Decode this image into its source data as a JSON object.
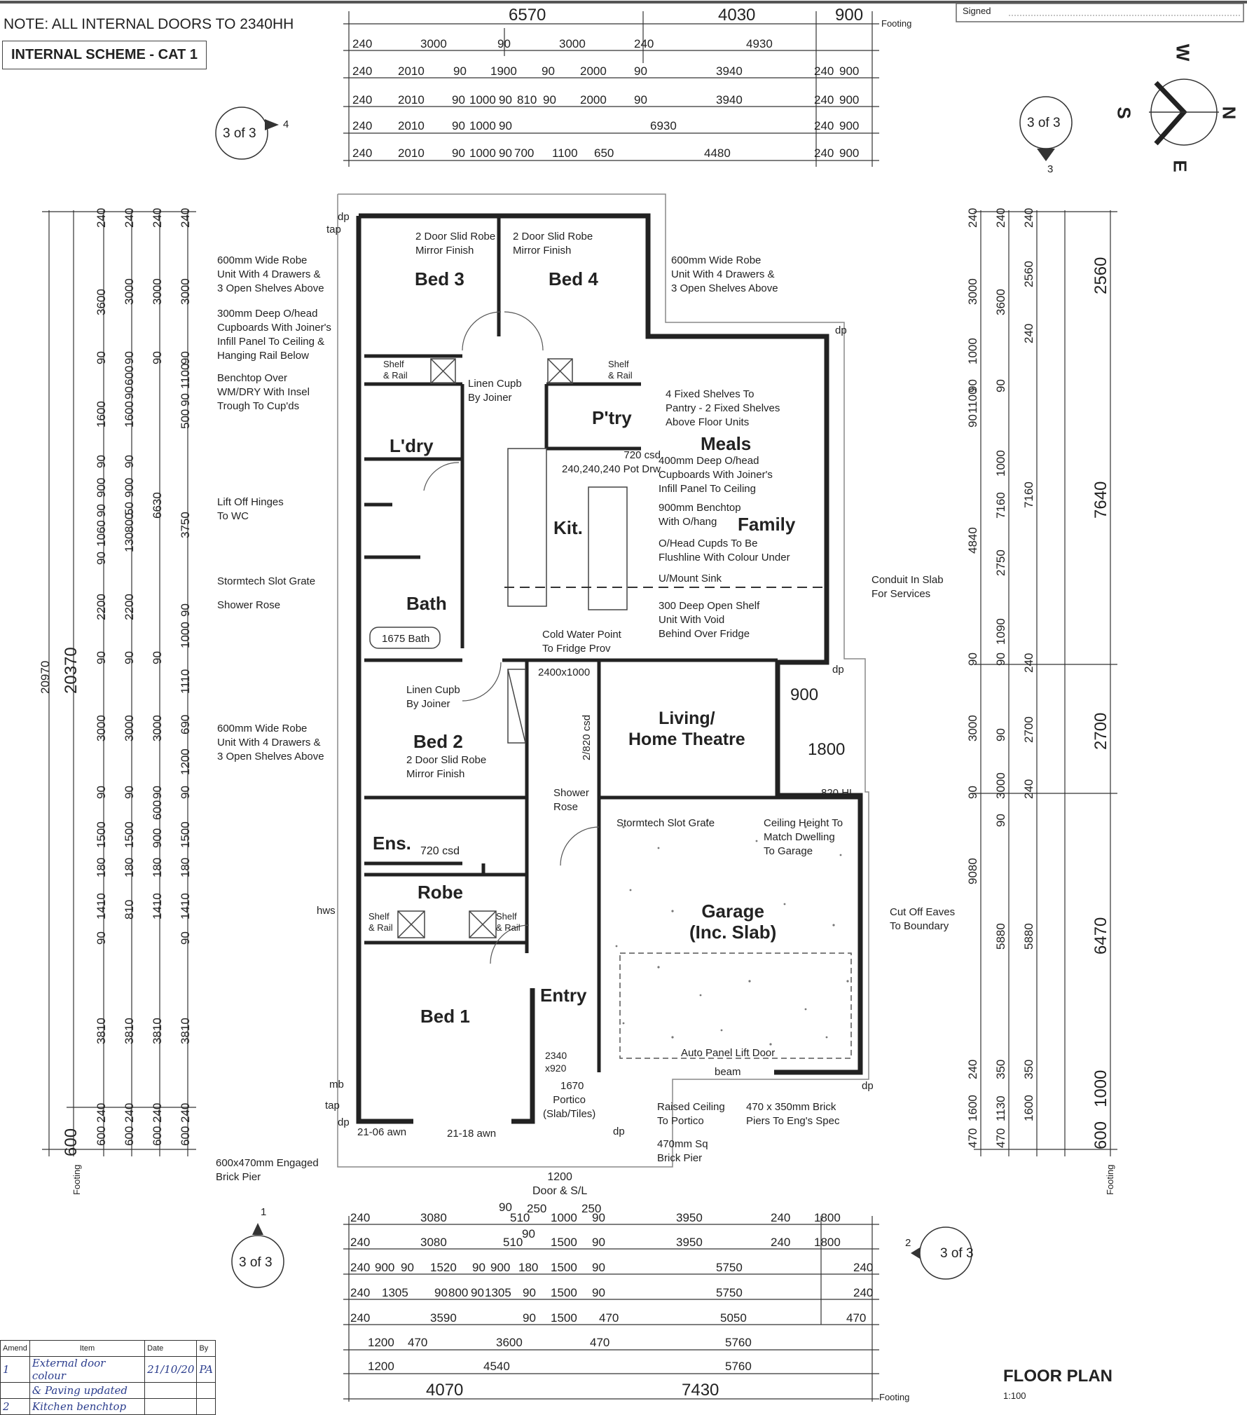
{
  "header": {
    "note": "NOTE: ALL INTERNAL DOORS TO 2340HH",
    "scheme": "INTERNAL SCHEME - CAT 1",
    "signed": "Signed"
  },
  "title_block": {
    "title": "FLOOR PLAN",
    "scale": "1:100"
  },
  "section_markers": [
    {
      "label": "3 of 3",
      "ref": "4"
    },
    {
      "label": "3 of 3",
      "ref": "3"
    },
    {
      "label": "3 of 3",
      "ref": "1"
    },
    {
      "label": "3 of 3",
      "ref": "2"
    }
  ],
  "compass": {
    "n": "N",
    "s": "S",
    "e": "E",
    "w": "W"
  },
  "rooms": {
    "bed3": "Bed 3",
    "bed4": "Bed 4",
    "bed2": "Bed 2",
    "bed1": "Bed 1",
    "laundry": "L'dry",
    "pantry": "P'try",
    "meals": "Meals",
    "family": "Family",
    "kitchen": "Kit.",
    "bath": "Bath",
    "living": "Living/\nHome Theatre",
    "ensuite": "Ens.",
    "robe": "Robe",
    "entry": "Entry",
    "garage": "Garage\n(Inc. Slab)"
  },
  "notes_left": [
    "600mm Wide Robe\nUnit With 4 Drawers &\n3 Open Shelves Above",
    "300mm Deep O/head\nCupboards With Joiner's\nInfill Panel To Ceiling &\nHanging Rail Below",
    "Benchtop Over\nWM/DRY With Insel\nTrough To Cup'ds",
    "Lift Off Hinges\nTo WC",
    "Stormtech Slot Grate",
    "Shower Rose",
    "600mm Wide Robe\nUnit With 4 Drawers &\n3 Open Shelves Above",
    "600x470mm Engaged\nBrick Pier"
  ],
  "notes_right": [
    "600mm Wide Robe\nUnit With 4 Drawers &\n3 Open Shelves Above",
    "4 Fixed Shelves To\nPantry - 2 Fixed Shelves\nAbove Floor Units",
    "400mm Deep O/head\nCupboards With Joiner's\nInfill Panel To Ceiling",
    "900mm Benchtop\nWith O/hang",
    "O/Head Cupds To Be\nFlushline With Colour Under",
    "U/Mount Sink",
    "300 Deep Open Shelf\nUnit With Void\nBehind Over Fridge",
    "Conduit In Slab\nFor Services",
    "Ceiling Height To\nMatch Dwelling\nTo Garage",
    "Cut Off Eaves\nTo Boundary",
    "Raised Ceiling\nTo Portico",
    "470 x 350mm Brick\nPiers To Eng's Spec",
    "470mm Sq\nBrick Pier"
  ],
  "notes_inner": {
    "robe3": "2 Door Slid Robe\nMirror Finish",
    "robe4": "2 Door Slid Robe\nMirror Finish",
    "robe2": "2 Door Slid Robe\nMirror Finish",
    "linen1": "Linen Cupb\nBy Joiner",
    "linen2": "Linen Cupb\nBy Joiner",
    "shelf_rail": "Shelf\n& Rail",
    "pot_drw": "720 csd\n240,240,240 Pot Drw",
    "cold_water": "Cold Water Point\nTo Fridge Prov",
    "shower_rose": "Shower\nRose",
    "slot_grate": "Stormtech Slot Grate",
    "auto_door": "Auto Panel Lift Door",
    "beam": "beam",
    "portico": "Portico\n(Slab/Tiles)",
    "door_sl": "1200\nDoor & S/L",
    "bath_size": "1675 Bath",
    "ens_csd": "720 csd",
    "hws": "hws",
    "mb": "mb",
    "tap": "tap",
    "dp": "dp",
    "open_2400x1000": "2400x1000",
    "csd_2820": "2/820 csd",
    "awn_2106_bl": "21-06 awn",
    "awn_2118_b": "21-18 awn",
    "w900": "900",
    "w1800": "1800",
    "hl820": "820 HL",
    "pier_2340": "2340\nx920",
    "dim_1670": "1670"
  },
  "dims_top_overall": [
    "6570",
    "4030",
    "900",
    "Footing"
  ],
  "dims_top_rows": [
    [
      "240",
      "3000",
      "90",
      "3000",
      "240",
      "4930"
    ],
    [
      "240",
      "2010",
      "90",
      "1900",
      "90",
      "2000",
      "90",
      "3940",
      "240",
      "900"
    ],
    [
      "240",
      "2010",
      "90",
      "1000",
      "90",
      "810",
      "90",
      "2000",
      "90",
      "3940",
      "240",
      "900"
    ],
    [
      "240",
      "2010",
      "90",
      "1000",
      "90",
      "6930",
      "240",
      "900"
    ],
    [
      "240",
      "2010",
      "90",
      "1000",
      "90",
      "700",
      "1100",
      "650",
      "4480",
      "240",
      "900"
    ]
  ],
  "dims_bottom_rows": [
    [
      "240",
      "3080",
      "90",
      "510",
      "250",
      "1000",
      "250",
      "90",
      "3950",
      "240",
      "1800"
    ],
    [
      "240",
      "3080",
      "510",
      "90",
      "1500",
      "90",
      "3950",
      "240",
      "1800"
    ],
    [
      "240",
      "900",
      "90",
      "1520",
      "90",
      "900",
      "180",
      "1500",
      "90",
      "5750",
      "240"
    ],
    [
      "240",
      "1305",
      "90",
      "800",
      "90",
      "1305",
      "90",
      "1500",
      "90",
      "5750",
      "240"
    ],
    [
      "240",
      "3590",
      "90",
      "1500",
      "470",
      "5050",
      "470"
    ],
    [
      "1200",
      "470",
      "3600",
      "470",
      "5760"
    ],
    [
      "1200",
      "4540",
      "5760"
    ],
    [
      "4070",
      "7430",
      "Footing"
    ]
  ],
  "dims_left": {
    "overall": [
      "20970",
      "20370",
      "600"
    ],
    "col1": [
      "240",
      "3600",
      "90",
      "1600",
      "90",
      "900",
      "90",
      "1060",
      "90",
      "2200",
      "90",
      "3000",
      "90",
      "1500",
      "180",
      "1410",
      "90",
      "3810",
      "600",
      "240"
    ],
    "col2": [
      "240",
      "3000",
      "90",
      "600",
      "90",
      "1600",
      "90",
      "900",
      "50",
      "800",
      "130",
      "2200",
      "90",
      "3000",
      "90",
      "1500",
      "180",
      "810",
      "3810",
      "600",
      "240"
    ],
    "col3": [
      "240",
      "3000",
      "90",
      "6630",
      "90",
      "3000",
      "90",
      "900",
      "600",
      "180",
      "1410",
      "3810",
      "600",
      "240"
    ],
    "col4": [
      "240",
      "3000",
      "90",
      "1100",
      "90",
      "500",
      "3750",
      "90",
      "1000",
      "1110",
      "690",
      "1200",
      "90",
      "1500",
      "180",
      "1410",
      "90",
      "3810",
      "600",
      "240"
    ],
    "footing": "Footing"
  },
  "dims_right": {
    "overall": [
      "2560",
      "7640",
      "2700",
      "6470",
      "1000",
      "600"
    ],
    "col1": [
      "240",
      "3000",
      "90",
      "1100",
      "90",
      "1000",
      "4840",
      "90",
      "3000",
      "90",
      "9080",
      "240",
      "470",
      "1600"
    ],
    "col2": [
      "240",
      "3600",
      "90",
      "1000",
      "7160",
      "2750",
      "90",
      "1090",
      "90",
      "3000",
      "90",
      "5880",
      "350",
      "1130",
      "470"
    ],
    "col3": [
      "240",
      "2560",
      "240",
      "7160",
      "240",
      "2700",
      "240",
      "5880",
      "350",
      "1600"
    ],
    "footing": "Footing"
  },
  "revisions": {
    "headers": [
      "Amend",
      "Item",
      "Date",
      "By"
    ],
    "rows": [
      [
        "1",
        "External door colour",
        "21/10/20",
        "PA"
      ],
      [
        "",
        "& Paving updated",
        "",
        ""
      ],
      [
        "2",
        "Kitchen benchtop",
        "",
        ""
      ]
    ]
  }
}
